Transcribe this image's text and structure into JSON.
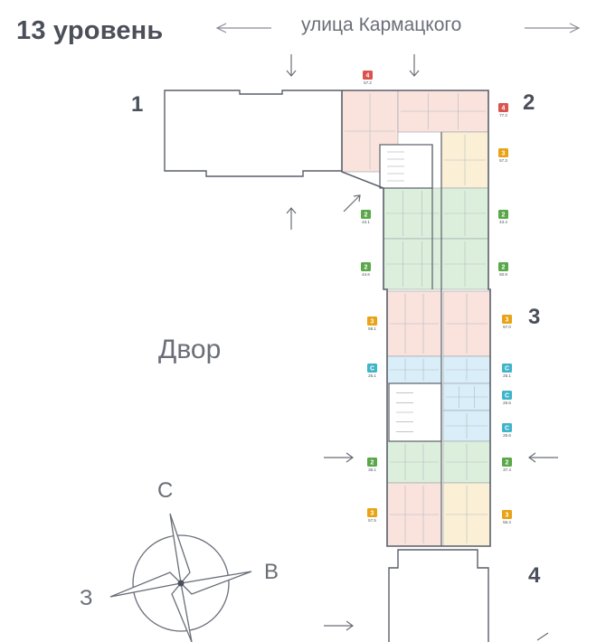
{
  "title": "13 уровень",
  "street": "улица Кармацкого",
  "yard": "Двор",
  "sections": [
    "1",
    "2",
    "3",
    "4"
  ],
  "compass": {
    "north": "С",
    "east": "В",
    "west": "З"
  },
  "colors": {
    "rooms4": "#d9534f",
    "rooms3": "#e8a317",
    "rooms2": "#5aa84a",
    "studio": "#3fb5c9",
    "fill_pink": "#f9e3dc",
    "fill_yellow": "#fbf0d6",
    "fill_green": "#dcefdc",
    "fill_blue": "#d9eef8",
    "wall": "#5a5f6a"
  },
  "apartments": [
    {
      "id": "a1",
      "rooms": "4",
      "area": "57.2",
      "type": "rooms4"
    },
    {
      "id": "a2",
      "rooms": "4",
      "area": "77.2",
      "type": "rooms4"
    },
    {
      "id": "a3",
      "rooms": "3",
      "area": "57.3",
      "type": "rooms3"
    },
    {
      "id": "a4",
      "rooms": "2",
      "area": "43.1",
      "type": "rooms2"
    },
    {
      "id": "a5",
      "rooms": "2",
      "area": "43.4",
      "type": "rooms2"
    },
    {
      "id": "a6",
      "rooms": "2",
      "area": "44.6",
      "type": "rooms2"
    },
    {
      "id": "a7",
      "rooms": "2",
      "area": "50.9",
      "type": "rooms2"
    },
    {
      "id": "a8",
      "rooms": "3",
      "area": "58.1",
      "type": "rooms3"
    },
    {
      "id": "a9",
      "rooms": "3",
      "area": "57.0",
      "type": "rooms3"
    },
    {
      "id": "a10",
      "rooms": "С",
      "area": "25.1",
      "type": "studio"
    },
    {
      "id": "a11",
      "rooms": "С",
      "area": "25.1",
      "type": "studio"
    },
    {
      "id": "a12",
      "rooms": "С",
      "area": "25.6",
      "type": "studio"
    },
    {
      "id": "a13",
      "rooms": "С",
      "area": "25.6",
      "type": "studio"
    },
    {
      "id": "a14",
      "rooms": "2",
      "area": "36.1",
      "type": "rooms2"
    },
    {
      "id": "a15",
      "rooms": "2",
      "area": "37.4",
      "type": "rooms2"
    },
    {
      "id": "a16",
      "rooms": "3",
      "area": "57.5",
      "type": "rooms3"
    },
    {
      "id": "a17",
      "rooms": "3",
      "area": "56.4",
      "type": "rooms3"
    }
  ]
}
